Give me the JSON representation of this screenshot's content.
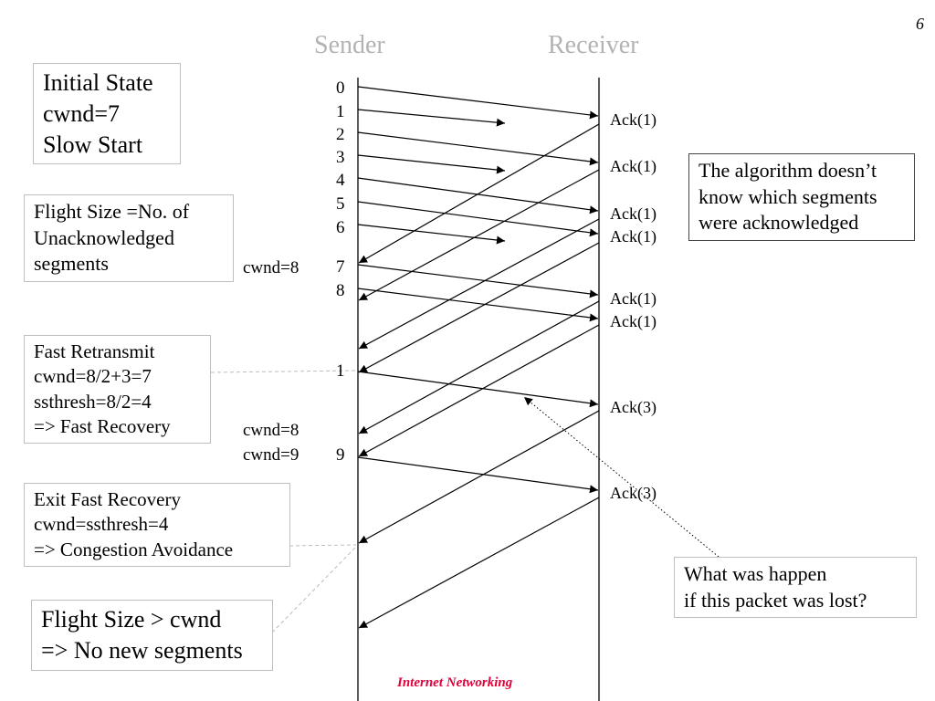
{
  "page_number": "6",
  "header": {
    "sender": "Sender",
    "receiver": "Receiver"
  },
  "boxes": {
    "initial": [
      "Initial State",
      "cwnd=7",
      "Slow Start"
    ],
    "flight": [
      "Flight Size =No. of",
      "Unacknowledged",
      "segments"
    ],
    "fast_retransmit": [
      "Fast Retransmit",
      "cwnd=8/2+3=7",
      "ssthresh=8/2=4",
      "=> Fast Recovery"
    ],
    "exit_recovery": [
      "Exit Fast Recovery",
      "cwnd=ssthresh=4",
      "=> Congestion Avoidance"
    ],
    "flight_gt": [
      "Flight Size > cwnd",
      "=> No new segments"
    ],
    "algorithm": [
      "The algorithm doesn’t",
      "know which segments",
      "were acknowledged"
    ],
    "question": [
      "What was happen",
      "if this packet was lost?"
    ]
  },
  "segments": [
    "0",
    "1",
    "2",
    "3",
    "4",
    "5",
    "6",
    "7",
    "8",
    "1",
    "9"
  ],
  "cwnd_labels": [
    "cwnd=8",
    "cwnd=8",
    "cwnd=9"
  ],
  "acks": [
    "Ack(1)",
    "Ack(1)",
    "Ack(1)",
    "Ack(1)",
    "Ack(1)",
    "Ack(1)",
    "Ack(3)",
    "Ack(3)"
  ],
  "footer": "Internet  Networking"
}
